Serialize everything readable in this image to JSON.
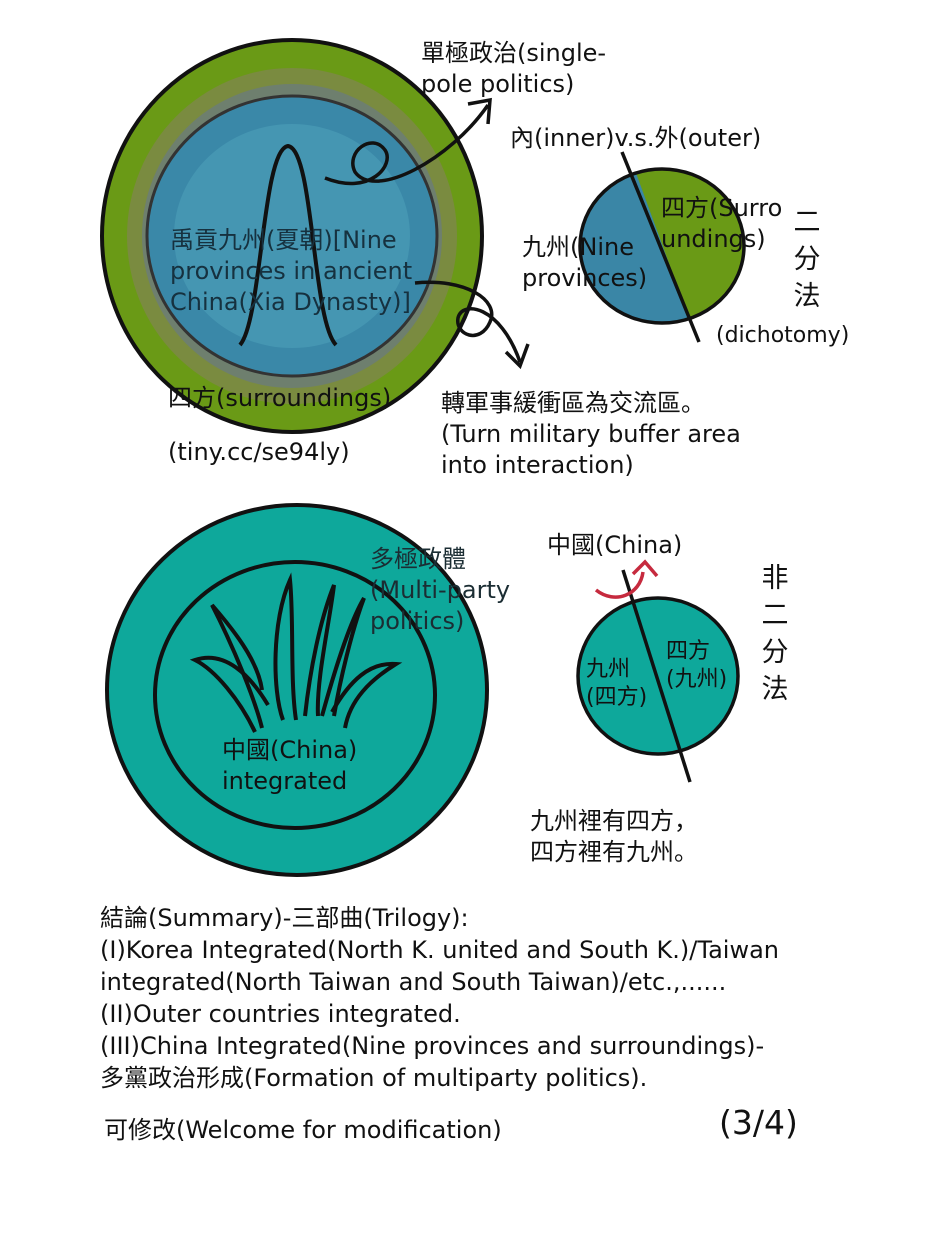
{
  "top_left_circle": {
    "center_label": "禹貢九州(夏朝)[Nine\nprovinces in ancient\nChina(Xia Dynasty)]",
    "ring_label": "四方(surroundings)",
    "link": "(tiny.cc/se94ly)",
    "colors": {
      "outer": "#6a9a16",
      "mid1": "#7a8a3e",
      "mid2": "#6f7f6f",
      "inner": "#3a88a8",
      "core": "#4596b2"
    }
  },
  "single_pole": "單極政治(single-\npole politics)",
  "dichotomy_diagram": {
    "title": "內(inner)v.s.外(outer)",
    "left_label": "九州(Nine\nprovinces)",
    "right_label": "四方(Surro\nundings)",
    "side_label": "二分法",
    "side_note": "(dichotomy)",
    "colors": {
      "left": "#3a86a6",
      "right": "#6a9a16"
    }
  },
  "buffer_note": "轉軍事緩衝區為交流區。\n(Turn military buffer area\ninto interaction)",
  "bottom_left_circle": {
    "multi_party": "多極政體\n(Multi-party\npolitics)",
    "center_label": "中國(China)\nintegrated",
    "color": "#0ea89b"
  },
  "non_dichotomy_diagram": {
    "title": "中國(China)",
    "left_label": "九州\n(四方)",
    "right_label": "四方\n(九州)",
    "side_label": "非二分法",
    "caption": "九州裡有四方，\n四方裡有九州。",
    "colors": {
      "fill": "#0ea89b",
      "arrow": "#c62a3e"
    }
  },
  "summary": {
    "lines": [
      "結論(Summary)-三部曲(Trilogy):",
      "(I)Korea Integrated(North K. united and South K.)/Taiwan",
      "integrated(North Taiwan and South Taiwan)/etc.,......",
      "(II)Outer countries integrated.",
      "(III)China Integrated(Nine provinces and surroundings)-",
      "多黨政治形成(Formation of multiparty politics)."
    ]
  },
  "footer": {
    "modify_note": "可修改(Welcome for modification)",
    "page_indicator": "(3/4)"
  }
}
